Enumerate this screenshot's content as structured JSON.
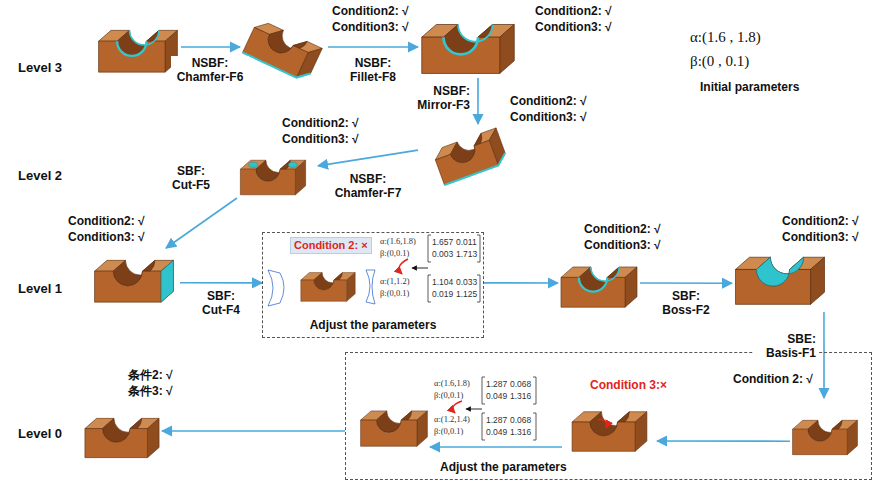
{
  "diagram": {
    "nodes": [
      {
        "text": []
      },
      {
        "text": [
          "Condition2: √",
          "Condition3: √"
        ]
      },
      {
        "text": [
          "Condition2: √",
          "Condition3: √"
        ]
      },
      {
        "text": [
          "Condition2: √",
          "Condition3: √"
        ]
      },
      {
        "text": [
          "Condition2: √",
          "Condition3: √"
        ]
      },
      {
        "text": [
          "Condition2: √",
          "Condition3: √"
        ]
      },
      {
        "text": [
          "Adjust the parameters"
        ]
      },
      {
        "text": [
          "Condition 2: ×"
        ],
        "in": 6
      },
      {
        "text": [
          "Condition2: √",
          "Condition3: √"
        ]
      },
      {
        "text": [
          "Condition2: √",
          "Condition3: √"
        ]
      },
      {
        "text": [
          "Adjust the parameters"
        ]
      },
      {
        "text": [
          "Condition 2: √"
        ],
        "in": 10
      },
      {
        "text": [
          "Condition 3:×"
        ],
        "in": 10
      },
      {
        "text": [],
        "in": 10
      },
      {
        "text": [
          "条件2: √",
          "条件3: √"
        ]
      }
    ],
    "edges": [
      {
        "from": 0,
        "to": 1,
        "arrow": "to",
        "label": "NSBF: Chamfer-F6"
      },
      {
        "from": 1,
        "to": 2,
        "arrow": "to",
        "label": "NSBF: Fillet-F8"
      },
      {
        "from": 2,
        "to": 3,
        "arrow": "to",
        "label": "NSBF: Mirror-F3"
      },
      {
        "from": 3,
        "to": 4,
        "arrow": "to",
        "label": "NSBF: Chamfer-F7"
      },
      {
        "from": 4,
        "to": 5,
        "arrow": "to",
        "label": "SBF: Cut-F5"
      },
      {
        "from": 5,
        "to": 6,
        "arrow": "to",
        "label": "SBF: Cut-F4"
      },
      {
        "from": 6,
        "to": 8,
        "arrow": "to"
      },
      {
        "from": 8,
        "to": 9,
        "arrow": "to",
        "label": "SBF: Boss-F2"
      },
      {
        "from": 9,
        "to": 11,
        "arrow": "to",
        "label": "SBE: Basis-F1"
      },
      {
        "from": 11,
        "to": 12,
        "arrow": "to"
      },
      {
        "from": 12,
        "to": 13,
        "arrow": "to"
      },
      {
        "from": 10,
        "to": 14,
        "arrow": "to"
      }
    ],
    "labels": [
      "Level 3",
      "Level 2",
      "Level 1",
      "Level 0",
      "α:(1.6 , 1.8)",
      "β:(0 , 0.1)",
      "Initial parameters",
      "α:(1.6,1.8)",
      "β:(0,0.1)",
      "1.657",
      "0.011",
      "0.003",
      "1.713",
      "α:(1,1.2)",
      "β:(0,0.1)",
      "1.104",
      "0.033",
      "0.019",
      "1.125",
      "α:(1.6,1.8)",
      "β:(0,0.1)",
      "1.287",
      "0.068",
      "0.049",
      "1.316",
      "α:(1.2,1.4)",
      "β:(0,0.1)",
      "1.287",
      "0.068",
      "0.049",
      "1.316"
    ]
  }
}
